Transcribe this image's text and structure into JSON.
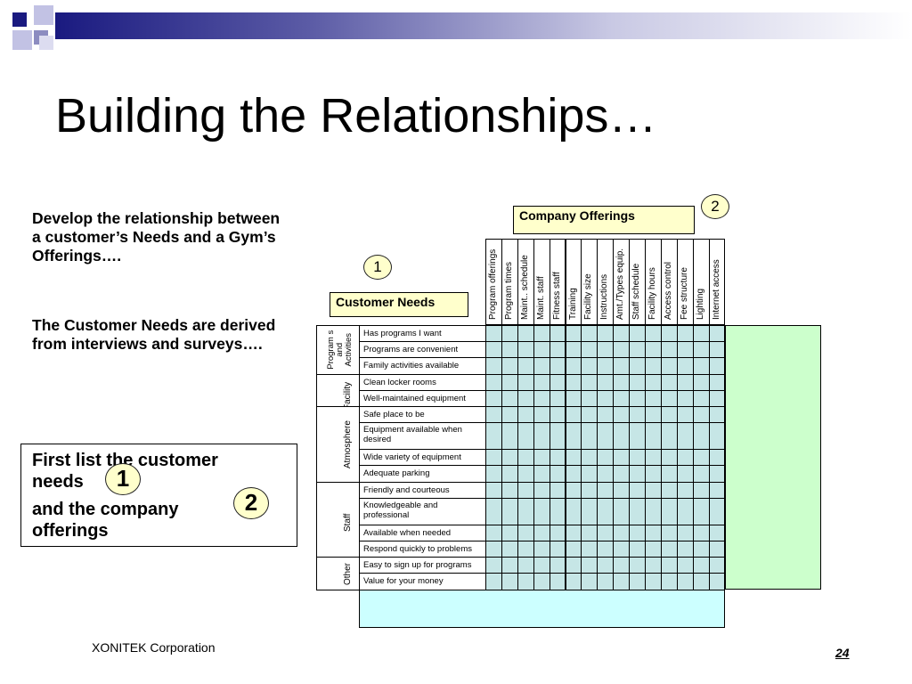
{
  "slide": {
    "title": "Building the Relationships…",
    "paragraph1": "Develop the relationship between a customer’s Needs and a Gym’s Offerings….",
    "paragraph2": "The Customer Needs are derived from interviews and surveys….",
    "box_line1": "First list the customer",
    "box_line2": "needs",
    "box_line3": "and the company",
    "box_line4": "offerings",
    "marker1": "1",
    "marker2": "2",
    "footer": "XONITEK Corporation",
    "page_number": "24"
  },
  "matrix": {
    "customer_needs_label": "Customer Needs",
    "company_offerings_label": "Company Offerings",
    "marker1": "1",
    "marker2": "2",
    "offerings": [
      "Program offerings",
      "Program times",
      "Maint.. schedule",
      "Maint. staff",
      "Fitness staff",
      "Training",
      "Facility size",
      "Instructions",
      "Amt./Types equip.",
      "Staff schedule",
      "Facility hours",
      "Access control",
      "Fee structure",
      "Lighting",
      "Internet access"
    ],
    "groups": [
      {
        "name": "Program s and Activities",
        "needs": [
          "Has programs I want",
          "Programs are convenient",
          "Family activities available"
        ]
      },
      {
        "name": "Facility",
        "needs": [
          "Clean locker rooms",
          "Well-maintained equipment"
        ]
      },
      {
        "name": "Atmosphere",
        "needs": [
          "Safe place to be",
          "Equipment available when desired",
          "Wide variety of equipment",
          "Adequate parking"
        ]
      },
      {
        "name": "Staff",
        "needs": [
          "Friendly and courteous",
          "Knowledgeable and professional",
          "Available when needed",
          "Respond quickly to problems"
        ]
      },
      {
        "name": "Other",
        "needs": [
          "Easy to sign up for programs",
          "Value for your money"
        ]
      }
    ]
  },
  "colors": {
    "header_gradient_start": "#1a1a80",
    "callout_fill": "#ffffcc",
    "grid_fill": "#c6e6e6",
    "right_panel_fill": "#ccffcc",
    "bottom_panel_fill": "#ccffff"
  }
}
